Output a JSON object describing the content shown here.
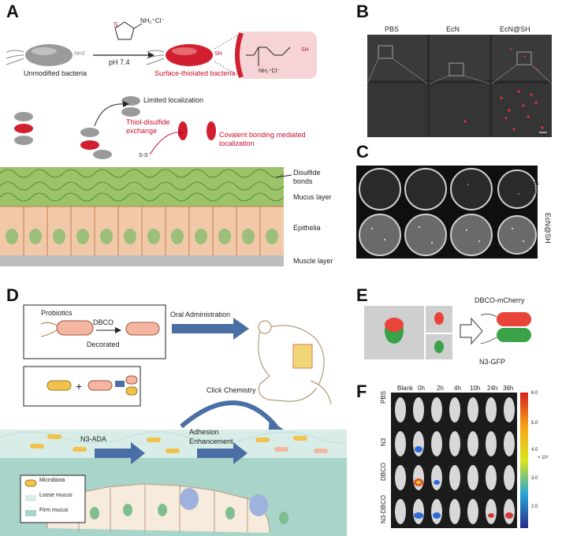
{
  "panels": {
    "A": {
      "label": "A",
      "reagent": "NH₂⁺Cl⁻",
      "ph": "pH 7.4",
      "unmodified": "Unmodified bacteria",
      "thiolated": "Surface-thiolated bacteria",
      "nh2": "NH2",
      "sh": "SH",
      "product_sh": "SH",
      "product_nh": "NH₂⁺Cl⁻",
      "limited": "Limited localization",
      "thiol_exchange": "Thiol-disulfide exchange",
      "covalent": "Covalent bonding mediated localization",
      "ss": "S-S",
      "disulfide": "Disulfide bonds",
      "mucus": "Mucus layer",
      "epithelia": "Epithelia",
      "muscle": "Muscle layer"
    },
    "B": {
      "label": "B",
      "cols": [
        "PBS",
        "EcN",
        "EcN@SH"
      ]
    },
    "C": {
      "label": "C",
      "rows": [
        "EcN",
        "EcN@SH"
      ]
    },
    "D": {
      "label": "D",
      "probiotics": "Probiotics",
      "dbco": "DBCO",
      "decorated": "Decorated",
      "oral": "Oral Administration",
      "click": "Click Chemistry",
      "n3ada": "N3-ADA",
      "adhesion": "Adhesion Enhancement",
      "legend": [
        "Microbiota",
        "Loose mucus",
        "Firm mucus"
      ]
    },
    "E": {
      "label": "E",
      "dbco_mcherry": "DBCO-mCherry",
      "n3_gfp": "N3-GFP"
    },
    "F": {
      "label": "F",
      "cols": [
        "Blank",
        "0h",
        "2h",
        "4h",
        "10h",
        "24h",
        "36h"
      ],
      "rows": [
        "PBS",
        "N3",
        "DBCO",
        "N3-DBCO"
      ],
      "scale_ticks": [
        "6.0",
        "5.0",
        "4.0",
        "3.0",
        "2.0"
      ],
      "scale_unit": "× 10⁷"
    }
  },
  "colors": {
    "red": "#c8102e",
    "mucus_green": "#9cc36a",
    "epithelium": "#f2c9a8",
    "arrow_blue": "#4a6fa5",
    "loose_mucus": "#d9ede8",
    "firm_mucus": "#a9d4c9"
  }
}
